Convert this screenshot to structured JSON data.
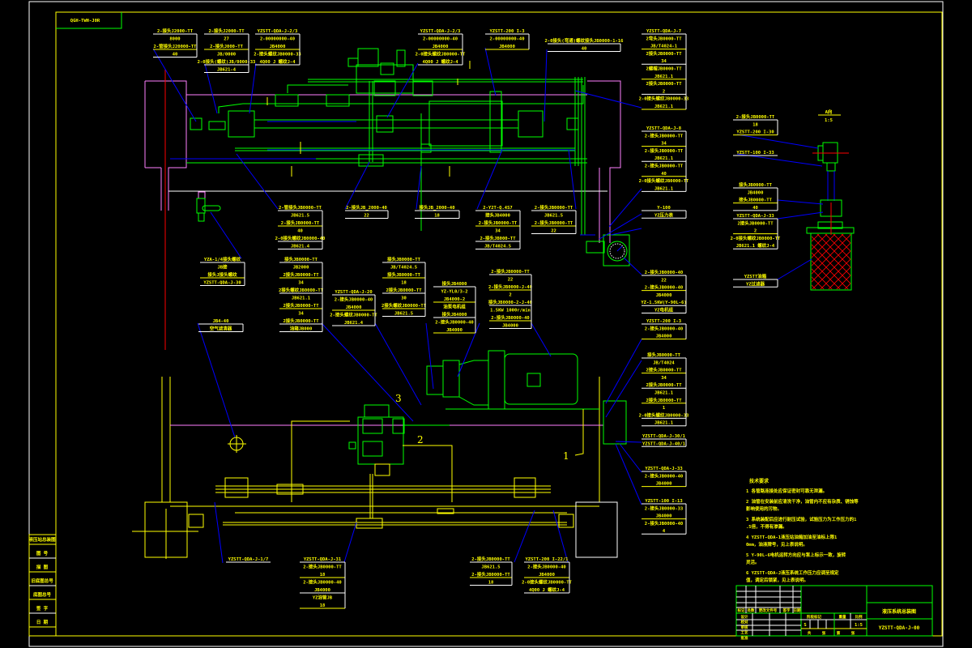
{
  "drawing": {
    "colors": {
      "background": "#000000",
      "frame": "#ffffff",
      "border": "#ffff00",
      "equipment": "#00ff00",
      "leaders": "#0000ff",
      "hidden": "#ff80ff",
      "centerline": "#ff0000",
      "text": "#ffff00"
    },
    "corner_tag": "QGH-TWH-J0R",
    "callouts_top": [
      {
        "lines": [
          "2-接头J2000-TT",
          "8000",
          "2-管接头J20000-TT",
          "40"
        ]
      },
      {
        "lines": [
          "2-接头J2000-TT",
          "27",
          "2-接头J000-TT",
          "JB/0000",
          "2-0接头(螺纹)JB/0000-33",
          "JB621-4"
        ]
      },
      {
        "lines": [
          "YZSTT-QDA-J-2/3",
          "2-00000000-40",
          "JB4000",
          "2-接头螺纹JB0000-33",
          "4Q00 J 螺纹J-4"
        ]
      },
      {
        "lines": [
          "YZSTT-QDA-J-2/3",
          "2-00000000-40",
          "JB4000",
          "2-0接头螺纹JB0000-TT",
          "4Q00 J 螺纹J-4"
        ]
      },
      {
        "lines": [
          "YZSTT-200 I-3",
          "2-00000000-40",
          "JB4000"
        ]
      },
      {
        "lines": [
          "2-0接头(弯通)螺纹接头JB0000-1-16",
          "40"
        ]
      },
      {
        "lines": [
          "YZSTT-QDA-J-7",
          "2弯头JB0000-TT",
          "JB/T4024-1",
          "2接头JB0000-TT",
          "34",
          "2螺帽JB0000-TT",
          "JB621.1",
          "2接头JB0000-TT",
          "2",
          "2-0接头螺纹JB0000-33",
          "JB621.1"
        ]
      },
      {
        "lines": [
          "YZSTT-QDA-J-8",
          "2-接头JB0000-TT",
          "34",
          "2-接头JB0000-TT",
          "JB621.1",
          "2-接头JB0000-TT",
          "40",
          "2-0接头螺纹JB0000-TT",
          "JB621.1"
        ]
      },
      {
        "lines": [
          "Y-100",
          "YZ压力表"
        ]
      }
    ],
    "callouts_mid": [
      {
        "lines": [
          "2-管接头JB0000-TT",
          "JB621.5",
          "2-接头JB0000-TT",
          "40",
          "2-0接头螺纹JB0000-40",
          "JB621.4"
        ]
      },
      {
        "lines": [
          "2-接头JB_2000-40",
          "22"
        ]
      },
      {
        "lines": [
          "接头JB_2000-40",
          "18"
        ]
      },
      {
        "lines": [
          "2-Y2T-Q.4S7",
          "接头JB4000",
          "2-接头JB0000-TT",
          "34",
          "2-接头JB000-TT",
          "JB/T4024.5"
        ]
      },
      {
        "lines": [
          "2-接头JB0000-TT",
          "JB621.5",
          "2-接头JB0000-TT",
          "22"
        ]
      },
      {
        "lines": [
          "YZA-1/4接头螺纹",
          "JB接",
          "接头J接头螺纹",
          "YZSTT-QDA-J-30"
        ]
      },
      {
        "lines": [
          "接头JB0000-TT",
          "JB2000",
          "2接头JB0000-TT",
          "34",
          "2接头螺纹JB0000-TT",
          "JB621.1",
          "2接头JB0000-TT",
          "34",
          "2接头JB0000-TT",
          "油箱JB000"
        ]
      },
      {
        "lines": [
          "YZSTT-QDA-J-20",
          "2-接头JB0000-40",
          "JB4000",
          "2-接头螺纹JB0000-TT",
          "JB621.4"
        ]
      },
      {
        "lines": [
          "接头JB0000-TT",
          "JB/T4024.5",
          "接头JB0000-TT",
          "18",
          "2接头JB0000-TT",
          "30",
          "2接头螺纹JB0000-TT",
          "JB621.5"
        ]
      },
      {
        "lines": [
          "接头JB4000",
          "YZ-YL0/3-2",
          "JB4000-2",
          "油泵电机组",
          "接头JB4000",
          "2-接头JB0000-40",
          "JB4000"
        ]
      },
      {
        "lines": [
          "2-接头JB0000-TT",
          "22",
          "2-接头JB0000-J-40",
          "2",
          "接头JB0000-2-J-40",
          "1.5KW 1000r/min",
          "2-接头JB0000-40",
          "JB4000"
        ]
      },
      {
        "lines": [
          "JB4-40",
          "空气滤清器"
        ]
      },
      {
        "lines": [
          "2-接头JB0000-40",
          "22",
          "2-接头JB0000-40",
          "JB4000",
          "YZ-1.5KW(Y-90L-6)",
          "YZ电机组"
        ]
      },
      {
        "lines": [
          "YZSTT-200 I-3",
          "2-接头JB0000-40",
          "JB4000"
        ]
      },
      {
        "lines": [
          "接头JB0000-TT",
          "JB/T4024",
          "2接头JB0000-TT",
          "34",
          "2接头JB0000-TT",
          "JB621.1",
          "2接头JB0000-TT",
          "1",
          "2-0接头螺纹JB0000-33",
          "JB621.1"
        ]
      },
      {
        "lines": [
          "YZSTT-QDA-J-30/1",
          "YZSTT-QDA-J-40/1"
        ]
      },
      {
        "lines": [
          "YZSTT-QDA-J-33",
          "2-接头JB0000-40",
          "JB4000"
        ]
      },
      {
        "lines": [
          "YZSTT-100 I-13",
          "2-接头JB0000-33",
          "JB4000",
          "2-接头JB0000-40",
          "4"
        ]
      }
    ],
    "callouts_bottom": [
      {
        "lines": [
          "YZSTT-QDA-J-1/7"
        ]
      },
      {
        "lines": [
          "YZSTT-QDA-J-31",
          "2-接头JB0000-TT",
          "18",
          "2-接头JB0000-40",
          "JB4000",
          "YZ油管JB",
          "18"
        ]
      },
      {
        "lines": [
          "2-接头JB0000-TT",
          "JB621.5",
          "2-接头JB0000-TT",
          "18"
        ]
      },
      {
        "lines": [
          "YZSTT-200 I-22/1",
          "2-接头JB0000-40",
          "JB4000",
          "2-0接头螺纹JB0000-TT",
          "4Q00 J 螺纹J-4"
        ]
      }
    ],
    "callouts_detail": [
      {
        "lines": [
          "2-接头JB0000-TT",
          "18",
          "YZSTT-200 I-30"
        ]
      },
      {
        "lines": [
          "YZSTT-100 I-33"
        ]
      },
      {
        "lines": [
          "接头JB0000-TT",
          "JB4000",
          "接头JB0000-TT",
          "40"
        ]
      },
      {
        "lines": [
          "YZSTT-QDA-J-33",
          "2接头JB0000-TT",
          "2",
          "2-0接头螺纹JB0000-TT",
          "JB621.1 螺纹J-4"
        ]
      },
      {
        "lines": [
          "YZSTT油箱",
          "YZ过滤器"
        ]
      }
    ],
    "detail_view": {
      "title": "A向",
      "scale": "1:5"
    },
    "part_numbers": [
      "1",
      "2",
      "3"
    ],
    "tech_notes": {
      "title": "技术要求",
      "items": [
        "1 各管路连接处应保证密封可靠无泄漏。",
        "2 油管在安装前应清洗干净，油管内不应有杂质、锈蚀等影响使用的污物。",
        "3 系统装配后应进行耐压试验，试验压力为工作压力的1.5倍，不得有渗漏。",
        "4 YZSTT-QDA-1液压站油箱加油至油标上限10mm，油液牌号，见上表说明。",
        "5 Y-90L-6电机运转方向应与泵上标示一致，旋转灵活。",
        "6 YZSTT-QDA-J液压系统工作压力应调至规定值，调定后锁紧，见上表说明。"
      ]
    },
    "left_strip": [
      "液压站总装图",
      "图 号",
      "描 图",
      "旧底图总号",
      "底图总号",
      "签 字",
      "日 期"
    ],
    "title_block": {
      "drawing_name": "液压系统总装图",
      "drawing_number": "YZSTT-QDA-J-00",
      "rev_headers": [
        "标记",
        "处数",
        "更改文件号",
        "签字",
        "日期"
      ],
      "sign_rows": [
        "设计",
        "校对",
        "审核",
        "工艺",
        "批准"
      ],
      "sign_col2": [
        "标准化",
        "",
        "",
        "",
        ""
      ],
      "header_cells": [
        "阶段标记",
        "重量",
        "比例"
      ],
      "values": {
        "stage": "S",
        "weight": "",
        "scale": "1:5"
      },
      "sheet_cells": [
        "共",
        "张",
        "第",
        "张"
      ]
    }
  }
}
